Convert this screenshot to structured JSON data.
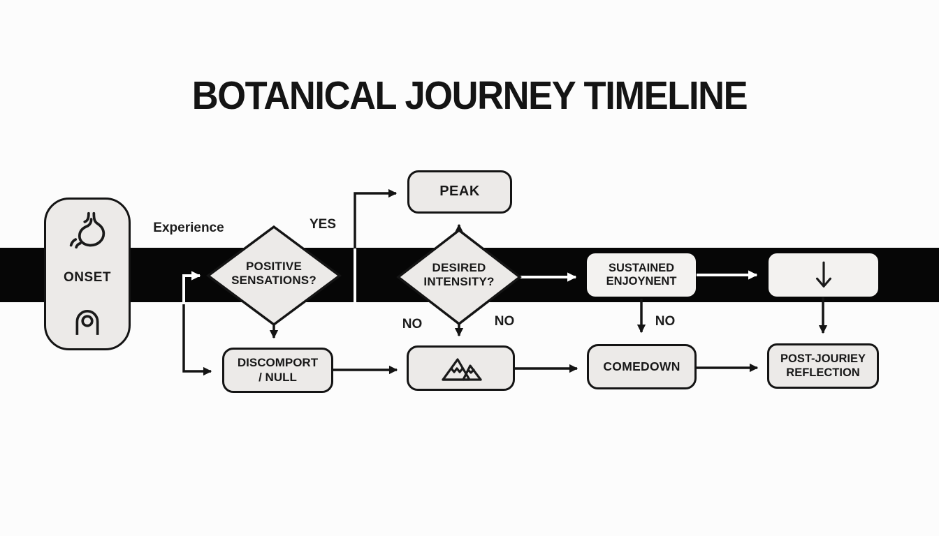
{
  "title": "BOTANICAL JOURNEY TIMELINE",
  "colors": {
    "background": "#fcfcfc",
    "band": "#060606",
    "node_fill": "#eceae8",
    "node_fill_on_band": "#f3f2f0",
    "node_border": "#141414",
    "text": "#1a1a1a",
    "connector_black": "#141414",
    "connector_white": "#ffffff"
  },
  "annotations": {
    "experience": "Experience",
    "yes": "YES",
    "no_desired_left": "NO",
    "no_desired_right": "NO",
    "no_sustained": "NO"
  },
  "nodes": {
    "onset": {
      "label": "ONSET",
      "icon_top": "stomach-icon",
      "icon_bottom": "arch-circle-icon"
    },
    "positive_sensations": {
      "line1": "POSITIVE",
      "line2": "SENSATIONS?"
    },
    "peak": {
      "label": "PEAK"
    },
    "desired_intensity": {
      "line1": "DESIRED",
      "line2": "INTENSITY?"
    },
    "sustained_enjoyment": {
      "line1": "SUSTAINED",
      "line2": "ENJOYNENT"
    },
    "intensity_adjust": {
      "icon": "down-arrow-icon"
    },
    "discomfort_null": {
      "line1": "DISCOMPORT",
      "line2": "/ NULL"
    },
    "peak_experience": {
      "icon": "mountains-icon"
    },
    "comedown": {
      "label": "COMEDOWN"
    },
    "post_journey_reflection": {
      "line1": "POST-JOURIEY",
      "line2": "REFLECTION"
    }
  }
}
